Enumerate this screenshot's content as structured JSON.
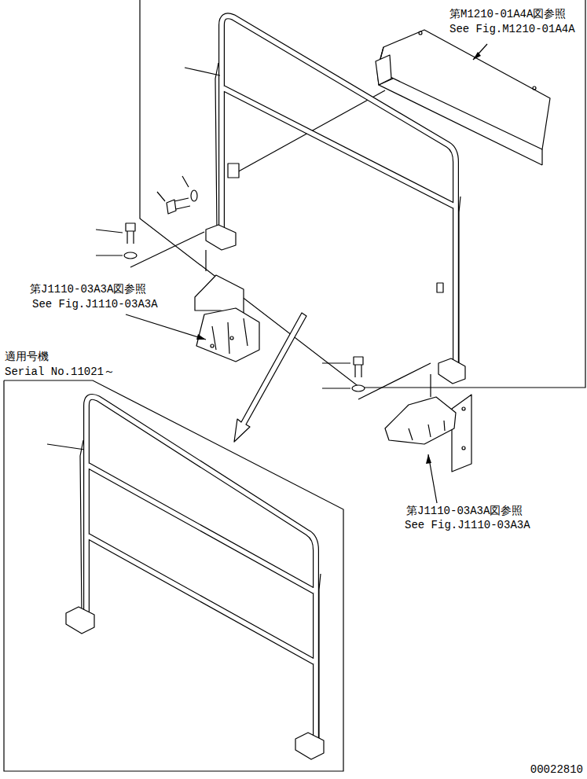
{
  "diagram": {
    "nodes": [
      {
        "text": [
          "適用号機",
          "Serial No.11021～"
        ]
      }
    ],
    "edges": [],
    "labels": [
      "第M1210-01A4A図参照",
      "See Fig.M1210-01A4A",
      "第J1110-03A3A図参照",
      "See Fig.J1110-03A3A",
      "第J1110-03A3A図参照",
      "See Fig.J1110-03A3A",
      "00022810"
    ]
  }
}
